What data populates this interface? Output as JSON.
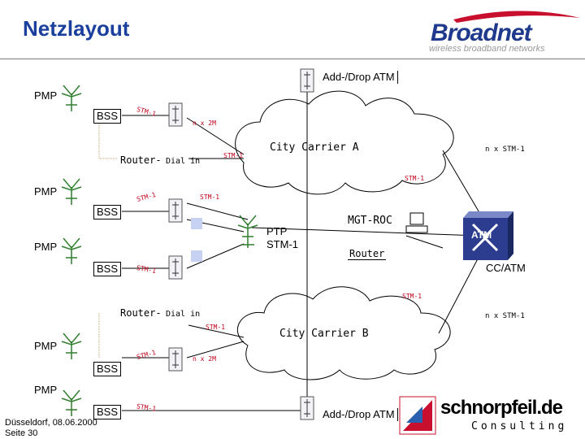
{
  "header": {
    "title": "Netzlayout",
    "brand_name": "Broadnet",
    "brand_tagline": "wireless broadband networks"
  },
  "nodes": {
    "pmp_labels": [
      "PMP",
      "PMP",
      "PMP",
      "PMP",
      "PMP"
    ],
    "bss_labels": [
      "BSS",
      "BSS",
      "BSS",
      "BSS",
      "BSS"
    ],
    "router_top": "Router-",
    "router_bottom": "Router-",
    "dial_in_top": "Dial in",
    "dial_in_bottom": "Dial in",
    "add_drop_top": "Add-/Drop ATM",
    "add_drop_bottom": "Add-/Drop ATM",
    "city_carrier_a": "City Carrier A",
    "city_carrier_b": "City Carrier B",
    "mgt_roc": "MGT-ROC",
    "ptp": "PTP",
    "ptp_stm": "STM-1",
    "router_mid": "Router",
    "cc_atm": "CC/ATM",
    "atm": "ATM"
  },
  "links": {
    "stm1": "STM-1",
    "n2m": "n x 2M",
    "nstm1": "n x STM-1"
  },
  "footer": {
    "place_date": "Düsseldorf, 08.06.2000",
    "page": "Seite 30"
  },
  "partner": {
    "name": "schnorpfeil.de",
    "sub": "Consulting"
  },
  "colors": {
    "title": "#1a3f9c",
    "link_label": "#c0001a",
    "brand_red": "#c8102e",
    "atm_box": "#2c3d8f"
  }
}
